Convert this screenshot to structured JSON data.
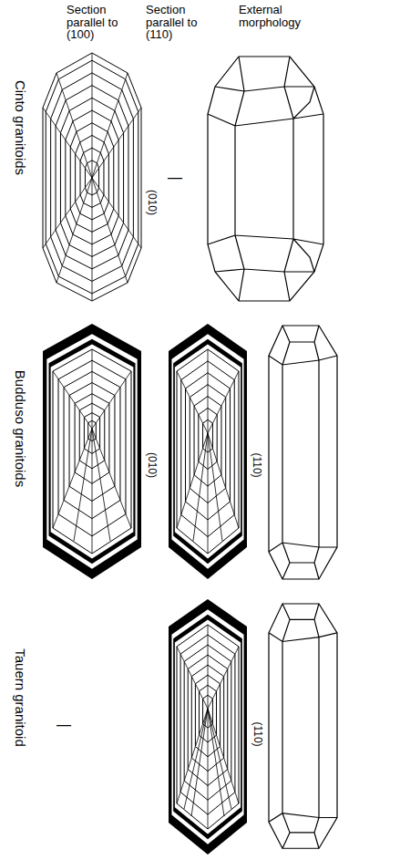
{
  "diagram": {
    "labels": [
      "Section parallel to (100)",
      "Section parallel to (110)",
      "External morphology",
      "Cinto granitoids",
      "(010)",
      "—",
      "Budduso granitoids",
      "(010)",
      "(110)",
      "Tauern granitoid",
      "—",
      "(110)"
    ]
  }
}
